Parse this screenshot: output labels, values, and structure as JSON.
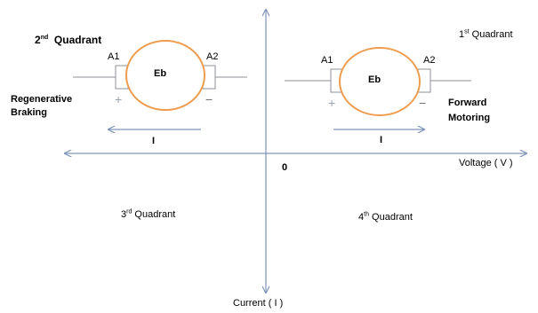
{
  "axes": {
    "horizontal_label": "Voltage ( V )",
    "vertical_label": "Current  ( I )",
    "origin_label": "0"
  },
  "quadrants": {
    "q1": {
      "ordinal": "1",
      "suffix": "st",
      "text": "Quadrant"
    },
    "q2": {
      "ordinal": "2",
      "suffix": "nd",
      "text": "Quadrant"
    },
    "q3": {
      "ordinal": "3",
      "suffix": "rd",
      "text": "Quadrant"
    },
    "q4": {
      "ordinal": "4",
      "suffix": "th",
      "text": "Quadrant"
    }
  },
  "left_motor": {
    "armature_label": "Eb",
    "terminal_a1": "A1",
    "terminal_a2": "A2",
    "plus": "+",
    "minus": "−",
    "current_label": "I",
    "mode_line1": "Regenerative",
    "mode_line2": "Braking"
  },
  "right_motor": {
    "armature_label": "Eb",
    "terminal_a1": "A1",
    "terminal_a2": "A2",
    "plus": "+",
    "minus": "−",
    "current_label": "I",
    "mode_line1": "Forward",
    "mode_line2": "Motoring"
  },
  "colors": {
    "axis": "#7f93b8",
    "armature": "#ee9c4e",
    "wire": "#8c9098",
    "current_arrow": "#7f93b8"
  }
}
